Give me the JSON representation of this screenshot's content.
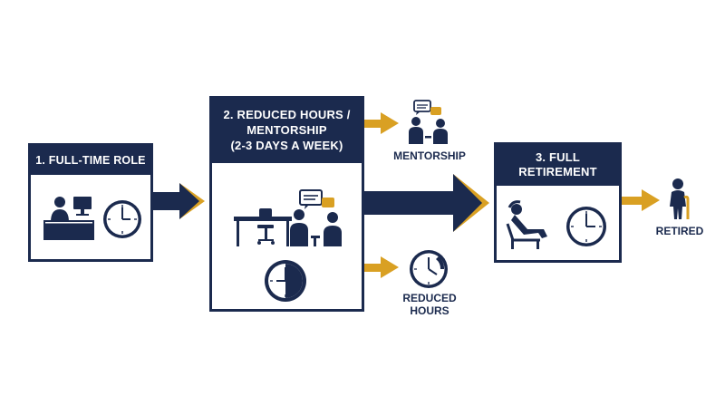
{
  "stage1": {
    "title": "1. FULL-TIME ROLE"
  },
  "stage2": {
    "title_line1": "2. REDUCED HOURS /",
    "title_line2": "MENTORSHIP",
    "title_line3": "(2-3 DAYS A WEEK)"
  },
  "stage3": {
    "title_line1": "3. FULL",
    "title_line2": "RETIREMENT"
  },
  "labels": {
    "mentorship": "MENTORSHIP",
    "reduced_line1": "REDUCED",
    "reduced_line2": "HOURS",
    "retired": "RETIRED"
  },
  "colors": {
    "navy": "#1b2a4e",
    "gold": "#d9a023"
  },
  "icons": [
    "office-worker-desk-icon",
    "clock-icon",
    "desk-chair-icon",
    "mentorship-pair-icon",
    "half-clock-icon",
    "reduced-hours-clock-icon",
    "relaxing-person-icon",
    "retired-elder-icon"
  ]
}
